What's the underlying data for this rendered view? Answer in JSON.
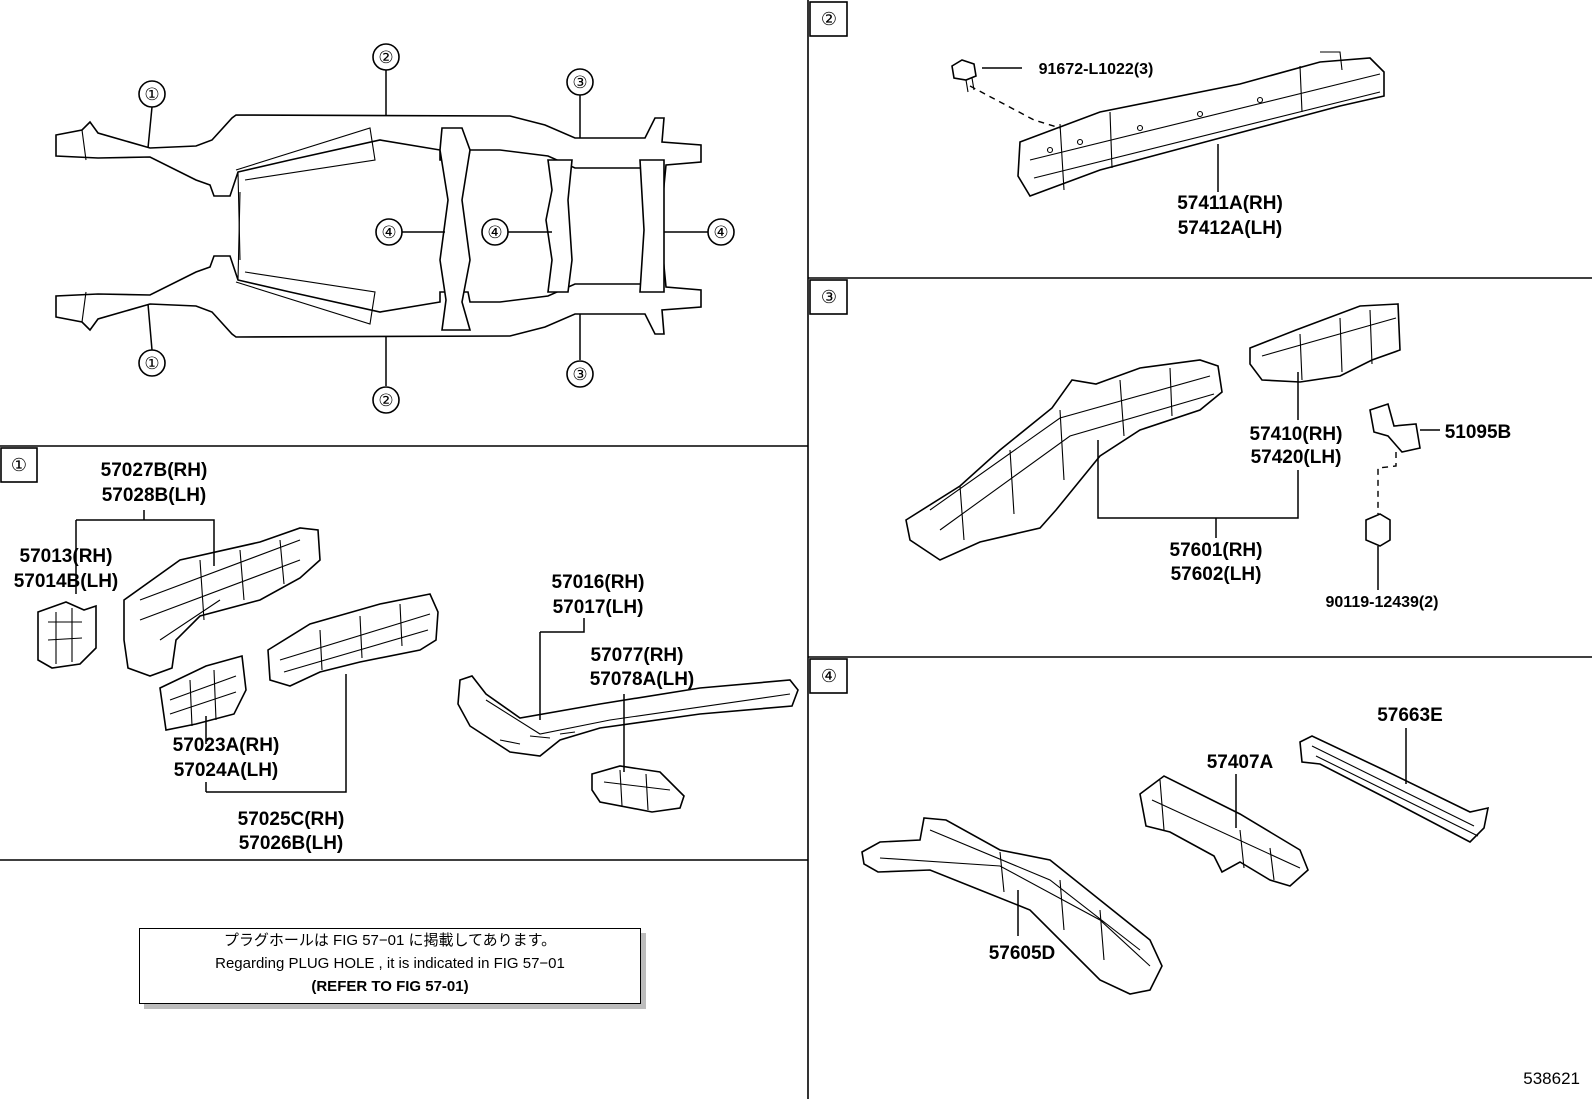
{
  "overview": {
    "callouts": [
      "①",
      "②",
      "③",
      "④"
    ]
  },
  "sections": {
    "s1": {
      "marker": "①",
      "labels": {
        "p57027": "57027B(RH)",
        "p57028": "57028B(LH)",
        "p57013": "57013(RH)",
        "p57014": "57014B(LH)",
        "p57016": "57016(RH)",
        "p57017": "57017(LH)",
        "p57077": "57077(RH)",
        "p57078": "57078A(LH)",
        "p57023": "57023A(RH)",
        "p57024": "57024A(LH)",
        "p57025": "57025C(RH)",
        "p57026": "57026B(LH)"
      }
    },
    "s2": {
      "marker": "②",
      "labels": {
        "bolt": "91672-L1022(3)",
        "p57411": "57411A(RH)",
        "p57412": "57412A(LH)"
      }
    },
    "s3": {
      "marker": "③",
      "labels": {
        "p57410": "57410(RH)",
        "p57420": "57420(LH)",
        "p51095": "51095B",
        "p57601": "57601(RH)",
        "p57602": "57602(LH)",
        "bolt": "90119-12439(2)"
      }
    },
    "s4": {
      "marker": "④",
      "labels": {
        "p57663": "57663E",
        "p57407": "57407A",
        "p57605": "57605D"
      }
    }
  },
  "note": {
    "line1": "プラグホールは FIG 57−01 に掲載してあります。",
    "line2": "Regarding PLUG HOLE , it is indicated in FIG 57−01",
    "line3": "(REFER TO FIG 57-01)"
  },
  "diagram_id": "538621"
}
